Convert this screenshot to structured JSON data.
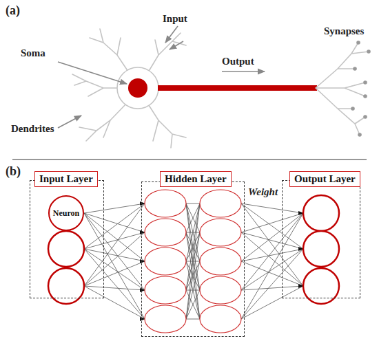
{
  "diagram": {
    "nodes": [
      {
        "text": [
          "Input Layer"
        ]
      },
      {
        "text": [
          "Neuron"
        ],
        "in": 0
      },
      {
        "text": [
          "Hidden Layer"
        ]
      },
      {
        "text": [
          "Output Layer"
        ]
      }
    ],
    "labels": [
      "(a)",
      "Soma",
      "Input",
      "Dendrites",
      "Output",
      "Synapses",
      "(b)",
      "Weight"
    ]
  }
}
